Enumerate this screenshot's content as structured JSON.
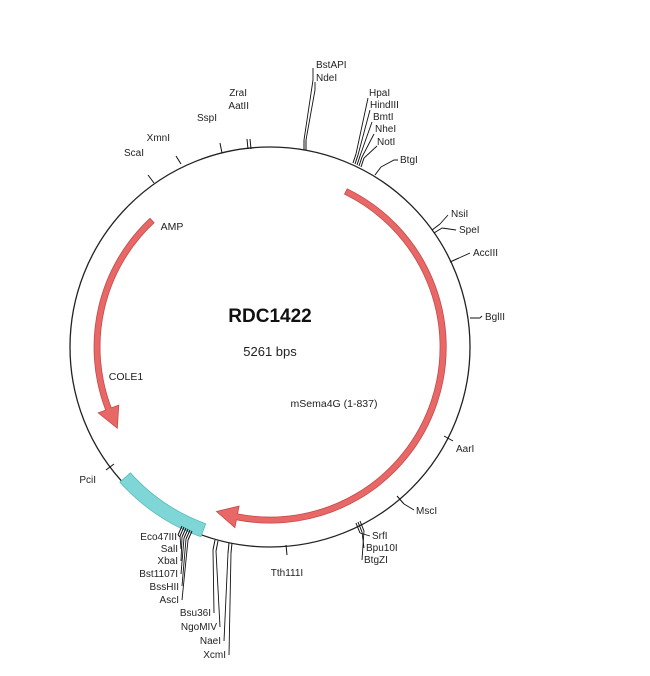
{
  "plasmid": {
    "name": "RDC1422",
    "size_label": "5261 bps"
  },
  "features": [
    {
      "label": "AMP",
      "start": 317,
      "end": 242,
      "color": "#e86868",
      "arrow": true
    },
    {
      "label": "COLE1",
      "start": 228,
      "end": 200,
      "color": "#7fd6d6",
      "arrow": false
    },
    {
      "label": "mSema4G (1-837)",
      "start": 26,
      "end": 198,
      "color": "#e86868",
      "arrow": true
    }
  ],
  "feature_labels": [
    {
      "text": "AMP"
    },
    {
      "text": "COLE1"
    },
    {
      "text": "mSema4G (1-837)"
    }
  ],
  "sites": [
    {
      "label": "BstAPI"
    },
    {
      "label": "NdeI"
    },
    {
      "label": "HpaI"
    },
    {
      "label": "HindIII"
    },
    {
      "label": "BmtI"
    },
    {
      "label": "NheI"
    },
    {
      "label": "NotI"
    },
    {
      "label": "BtgI"
    },
    {
      "label": "NsiI"
    },
    {
      "label": "SpeI"
    },
    {
      "label": "AccIII"
    },
    {
      "label": "BglII"
    },
    {
      "label": "AarI"
    },
    {
      "label": "MscI"
    },
    {
      "label": "SrfI"
    },
    {
      "label": "Bpu10I"
    },
    {
      "label": "BtgZI"
    },
    {
      "label": "Tth111I"
    },
    {
      "label": "XcmI"
    },
    {
      "label": "NaeI"
    },
    {
      "label": "NgoMIV"
    },
    {
      "label": "Bsu36I"
    },
    {
      "label": "AscI"
    },
    {
      "label": "BssHII"
    },
    {
      "label": "Bst1107I"
    },
    {
      "label": "XbaI"
    },
    {
      "label": "SalI"
    },
    {
      "label": "Eco47III"
    },
    {
      "label": "PciI"
    },
    {
      "label": "ScaI"
    },
    {
      "label": "XmnI"
    },
    {
      "label": "SspI"
    },
    {
      "label": "AatII"
    },
    {
      "label": "ZraI"
    }
  ]
}
